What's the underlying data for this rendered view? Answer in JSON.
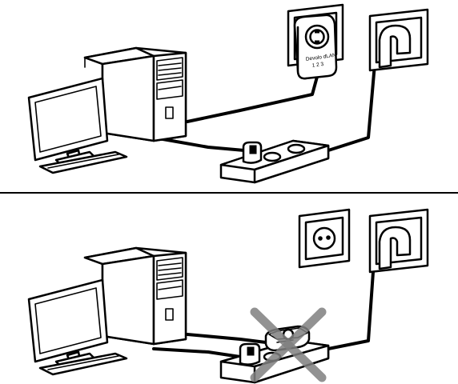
{
  "top_panel": {
    "adapter_brand_text": "Devolo dLAN",
    "adapter_small_text": "1 2 3"
  },
  "bottom_panel": {
    "incorrect_mark": "X",
    "incorrect_mark_color": "#808080"
  },
  "colors": {
    "line": "#000000",
    "background": "#ffffff",
    "cross": "#808080"
  }
}
